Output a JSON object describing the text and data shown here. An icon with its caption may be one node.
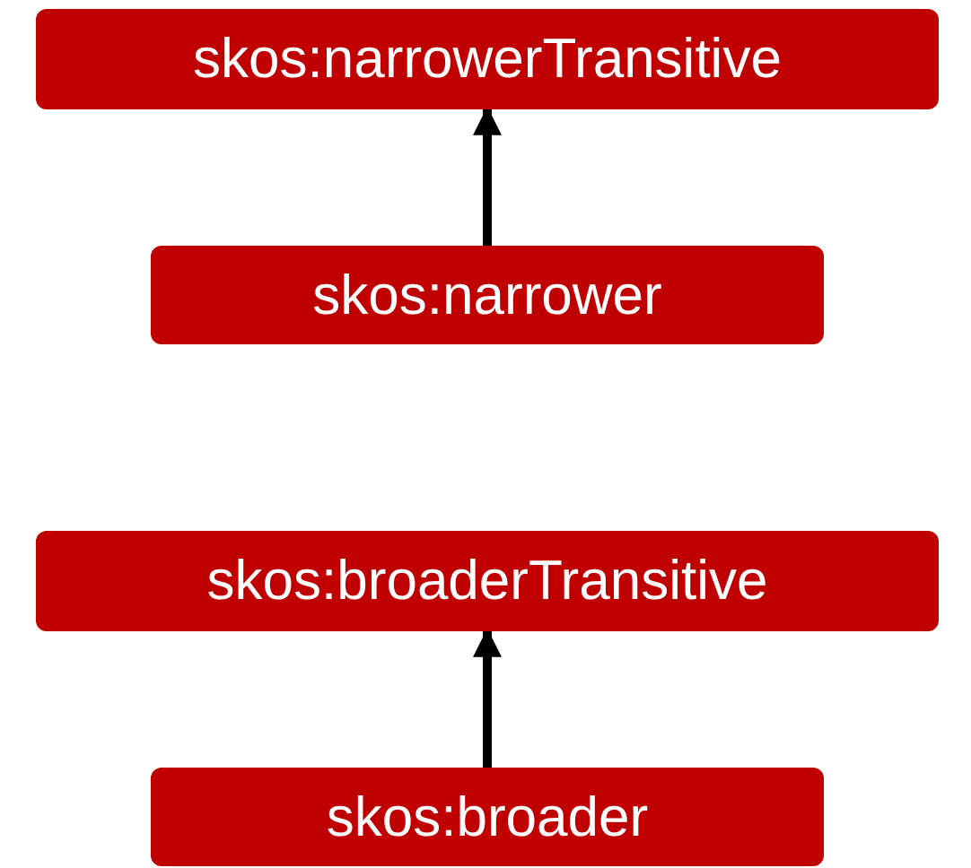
{
  "diagram": {
    "nodes": [
      {
        "text": [
          "skos:narrowerTransitive"
        ]
      },
      {
        "text": [
          "skos:narrower"
        ]
      },
      {
        "text": [
          "skos:broaderTransitive"
        ]
      },
      {
        "text": [
          "skos:broader"
        ]
      }
    ],
    "edges": [
      {
        "from": 1,
        "to": 0,
        "arrow": "to"
      },
      {
        "from": 3,
        "to": 2,
        "arrow": "to"
      }
    ]
  }
}
